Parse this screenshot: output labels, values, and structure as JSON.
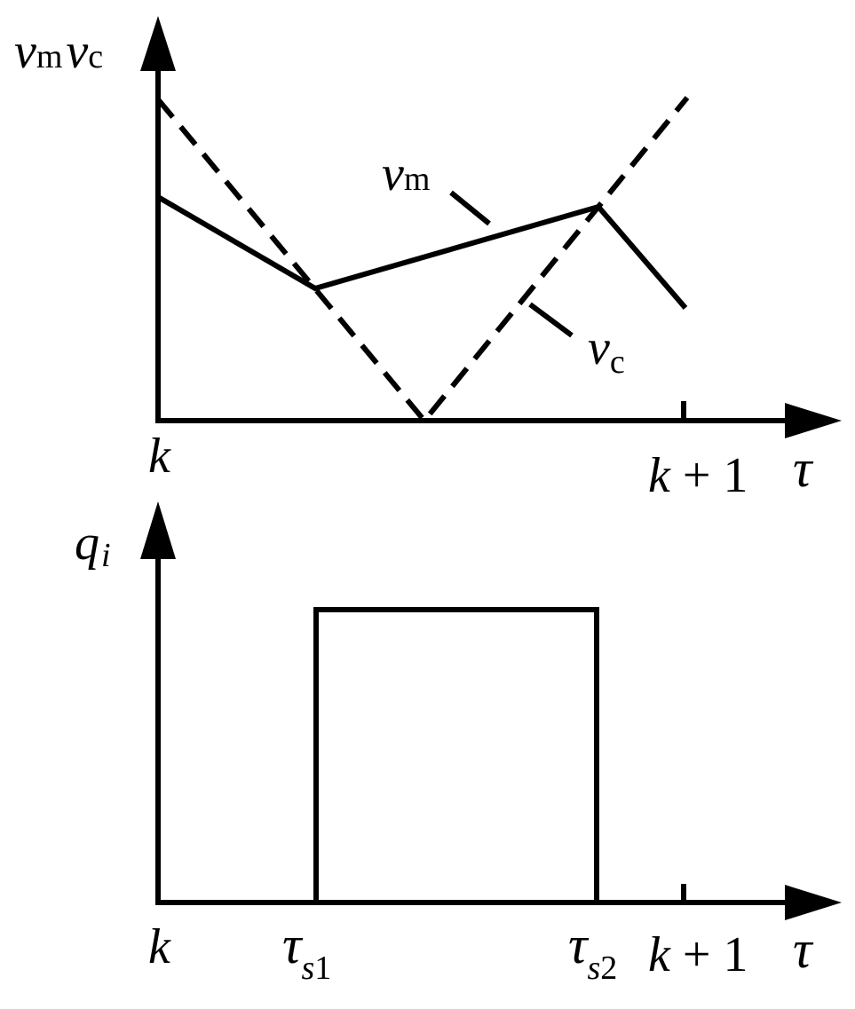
{
  "colors": {
    "ink": "#000000",
    "background": "#ffffff"
  },
  "top_plot": {
    "y_axis_label": {
      "v1": "v",
      "s1": "m",
      "v2": "v",
      "s2": "c"
    },
    "x_axis_label": "τ",
    "tick_start": "k",
    "tick_end": {
      "k": "k",
      "rest": " + 1"
    },
    "curve_labels": {
      "vm": {
        "v": "v",
        "s": "m"
      },
      "vc": {
        "v": "v",
        "s": "c"
      }
    },
    "curves": {
      "vm_style": "solid",
      "vc_style": "dashed"
    }
  },
  "bottom_plot": {
    "y_axis_label": {
      "v": "q",
      "s": "i"
    },
    "x_axis_label": "τ",
    "tick_start": "k",
    "tick_end": {
      "k": "k",
      "rest": " + 1"
    },
    "switch_labels": {
      "ts1": {
        "v": "τ",
        "s": "s",
        "n": "1"
      },
      "ts2": {
        "v": "τ",
        "s": "s",
        "n": "2"
      }
    },
    "pulse_style": "solid"
  }
}
